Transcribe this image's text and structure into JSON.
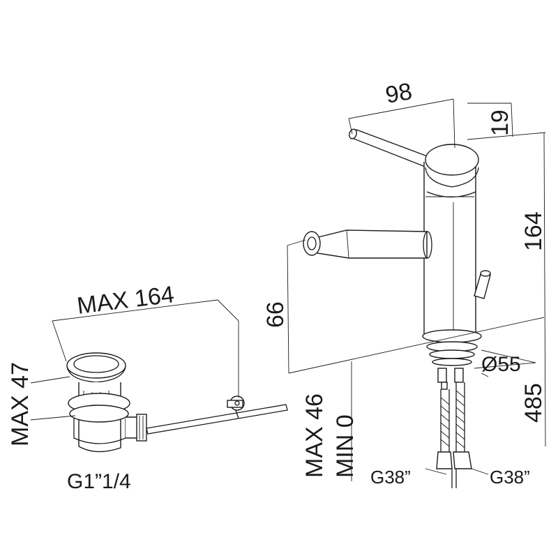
{
  "dimensions": {
    "lever_reach": "98",
    "lever_height": "19",
    "total_height": "164",
    "spout_height": "66",
    "base_diameter": "Ø55",
    "hose_length": "485",
    "deck_max": "MAX 46",
    "deck_min": "MIN 0",
    "hose_thread_left": "G38”",
    "hose_thread_right": "G38”",
    "waste_max_length": "MAX 164",
    "waste_max_height": "MAX 47",
    "waste_thread": "G1”1/4"
  },
  "colors": {
    "stroke": "#1a1a1a",
    "background": "#ffffff"
  }
}
